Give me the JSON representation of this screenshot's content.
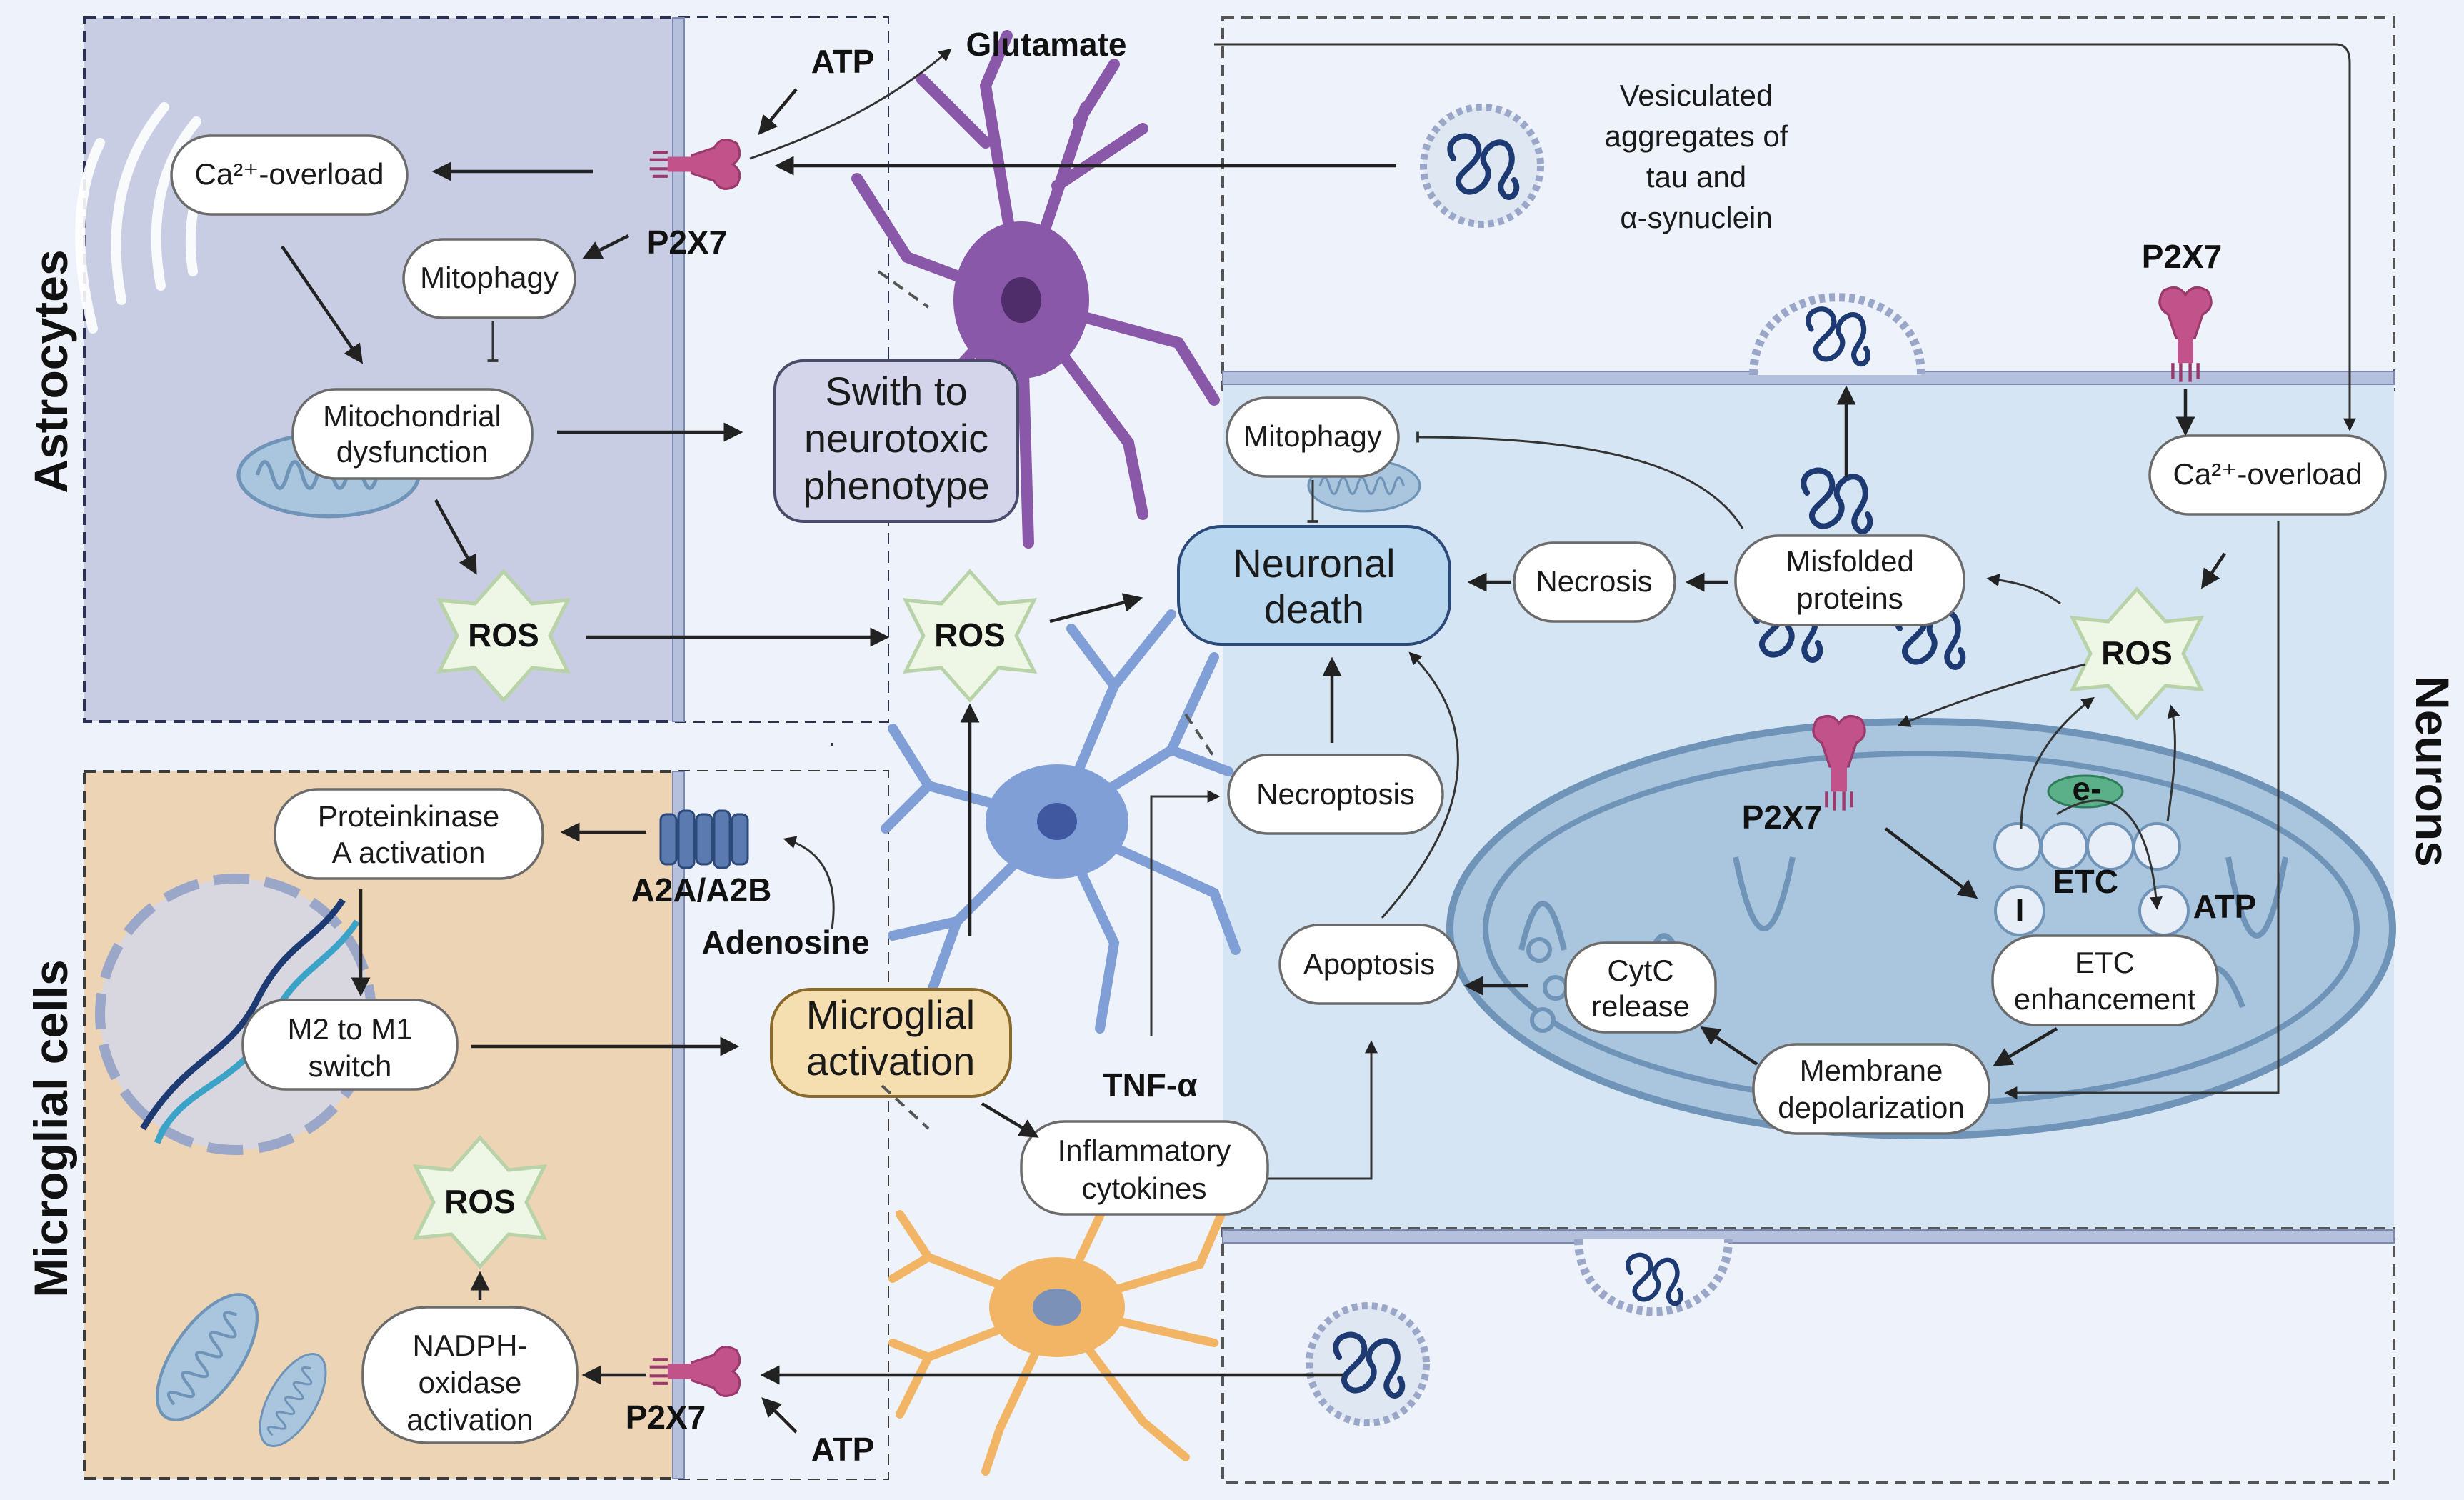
{
  "sections": {
    "astrocytes": "Astrocytes",
    "microglial_cells": "Microglial cells",
    "neurons": "Neurons"
  },
  "astrocyte_panel": {
    "atp": "ATP",
    "glutamate": "Glutamate",
    "p2x7": "P2X7",
    "ca_overload": "Ca²⁺-overload",
    "mitophagy": "Mitophagy",
    "mito_dysfunction_1": "Mitochondrial",
    "mito_dysfunction_2": "dysfunction",
    "ros": "ROS",
    "switch_1": "Swith to",
    "switch_2": "neurotoxic",
    "switch_3": "phenotype"
  },
  "center": {
    "ros": "ROS",
    "neuronal_death_1": "Neuronal",
    "neuronal_death_2": "death",
    "necroptosis": "Necroptosis",
    "apoptosis": "Apoptosis",
    "microglial_activation_1": "Microglial",
    "microglial_activation_2": "activation",
    "tnf": "TNF-α",
    "inflammatory_1": "Inflammatory",
    "inflammatory_2": "cytokines",
    "adenosine": "Adenosine"
  },
  "microglia_panel": {
    "pka_1": "Proteinkinase",
    "pka_2": "A activation",
    "a2a": "A2A/A2B",
    "m2m1_1": "M2 to M1",
    "m2m1_2": "switch",
    "ros": "ROS",
    "nadph_1": "NADPH-",
    "nadph_2": "oxidase",
    "nadph_3": "activation",
    "p2x7": "P2X7",
    "atp": "ATP"
  },
  "neuron_panel": {
    "vesicle_1": "Vesiculated",
    "vesicle_2": "aggregates of",
    "vesicle_3": "tau and",
    "vesicle_4": "α-synuclein",
    "p2x7_top": "P2X7",
    "ca_overload": "Ca²⁺-overload",
    "mitophagy": "Mitophagy",
    "necrosis": "Necrosis",
    "misfolded_1": "Misfolded",
    "misfolded_2": "proteins",
    "ros": "ROS",
    "p2x7_mito": "P2X7",
    "e_minus": "e-",
    "etc": "ETC",
    "complex_i": "I",
    "atp": "ATP",
    "cytc_1": "CytC",
    "cytc_2": "release",
    "etc_enh_1": "ETC",
    "etc_enh_2": "enhancement",
    "membrane_1": "Membrane",
    "membrane_2": "depolarization"
  },
  "colors": {
    "astro_bg": "#c9cde3",
    "microglia_bg": "#ecd4b4",
    "neuron_bg": "#d6e5f3",
    "p2x7": "#c2528a",
    "astrocyte_cell": "#8a58a8",
    "neuron_cell": "#7f9fd6",
    "microglia_cell": "#f1b565",
    "neuronal_death": "#b9d8f0",
    "microglial_activation": "#f5deb0",
    "switch_box": "#d4d5ea"
  },
  "icons": [
    "p2x7-receptor-icon",
    "mitochondrion-icon",
    "er-icon",
    "dna-icon",
    "a2a-receptor-icon",
    "protein-aggregate-icon",
    "vesicle-icon"
  ]
}
